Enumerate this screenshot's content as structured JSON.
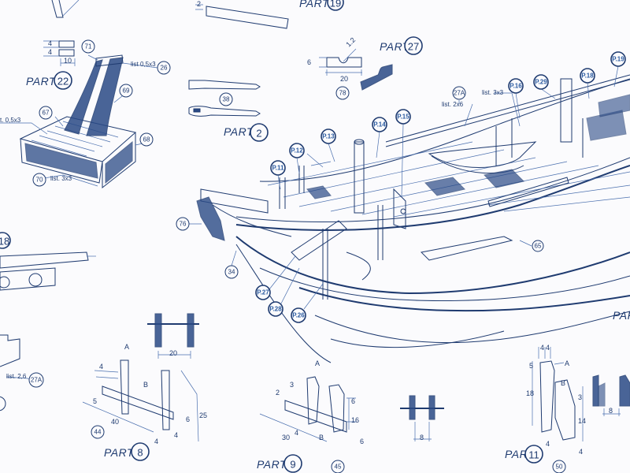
{
  "sheet": {
    "part_word": "PART.",
    "colors": {
      "ink": "#1f3b70",
      "light_ink": "#4a6fae",
      "paper": "#fbfbfd"
    },
    "parts": {
      "p19": "19",
      "p22": "22",
      "p2": "2",
      "p27": "27",
      "p8": "8",
      "p9": "9",
      "p11": "11"
    },
    "part_partial_right": "PAR",
    "callouts": {
      "c71": "71",
      "c26": "26",
      "c69": "69",
      "c67": "67",
      "c68": "68",
      "c70": "70",
      "c38": "38",
      "c78": "78",
      "c27a": "27A",
      "c76": "76",
      "c34": "34",
      "c65": "65",
      "c18": "18",
      "c27a_left": "27A",
      "c44": "44",
      "c45": "45",
      "c50": "50"
    },
    "ship_labels": {
      "p11": "P.11",
      "p12": "P.12",
      "p13": "P.13",
      "p14": "P.14",
      "p15": "P.15",
      "p16": "P.16",
      "p18": "P.18",
      "p19": "P.19",
      "p29": "P.29",
      "p27": "P.27",
      "p28": "P.28",
      "p26": "P.26"
    },
    "notes": {
      "list_05x3": "list 0,5x3",
      "list_05x3_left": "t. 0,5x3",
      "list_3x3_part22": "list. 3x3",
      "list_2x6": "list. 2x6",
      "list_3x3_ship": "list. 3x3",
      "list_26_left": "list. 2,6"
    },
    "dims": {
      "p19_2": "2",
      "p22_4a": "4",
      "p22_4b": "4",
      "p22_10": "10",
      "p27_6": "6",
      "p27_20": "20",
      "p27_12": "1.2",
      "p8_20": "20",
      "p8_4": "4",
      "p8_5": "5",
      "p8_40": "40",
      "p8_25": "25",
      "p8_6": "6",
      "p8_4b": "4",
      "p8_4c": "4",
      "p8_A": "A",
      "p8_B": "B",
      "p9_3": "3",
      "p9_2": "2",
      "p9_30": "30",
      "p9_4": "4",
      "p9_6a": "6",
      "p9_16": "16",
      "p9_6b": "6",
      "p9_8": "8",
      "p9_A": "A",
      "p9_B": "B",
      "p11_4a": "4",
      "p11_4b": "4",
      "p11_5": "5",
      "p11_18": "18",
      "p11_3": "3",
      "p11_14": "14",
      "p11_4c": "4",
      "p11_4d": "4",
      "p11_8": "8",
      "p11_A": "A",
      "p11_B": "B"
    }
  }
}
